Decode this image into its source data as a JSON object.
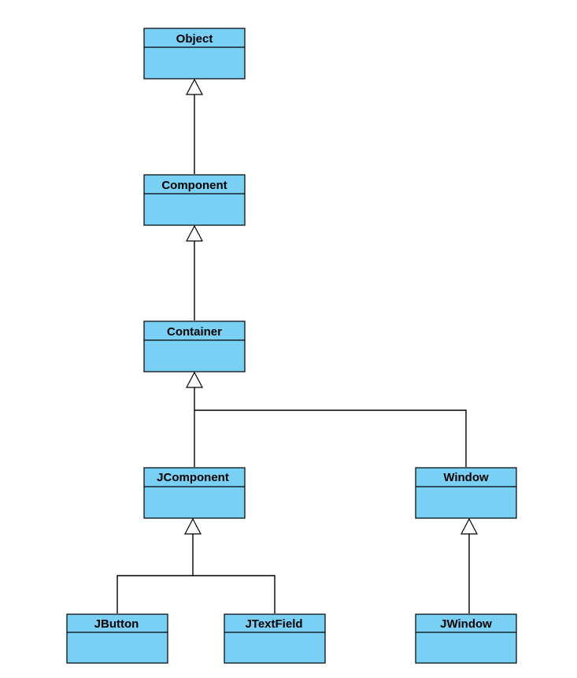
{
  "colors": {
    "class_fill": "#7acff5",
    "line": "#000000",
    "background": "#ffffff"
  },
  "classes": [
    {
      "id": "object",
      "name": "Object"
    },
    {
      "id": "component",
      "name": "Component"
    },
    {
      "id": "container",
      "name": "Container"
    },
    {
      "id": "jcomponent",
      "name": "JComponent"
    },
    {
      "id": "window",
      "name": "Window"
    },
    {
      "id": "jbutton",
      "name": "JButton"
    },
    {
      "id": "jtextfield",
      "name": "JTextField"
    },
    {
      "id": "jwindow",
      "name": "JWindow"
    }
  ],
  "inheritance": [
    {
      "child": "Component",
      "parent": "Object"
    },
    {
      "child": "Container",
      "parent": "Component"
    },
    {
      "child": "JComponent",
      "parent": "Container"
    },
    {
      "child": "Window",
      "parent": "Container"
    },
    {
      "child": "JButton",
      "parent": "JComponent"
    },
    {
      "child": "JTextField",
      "parent": "JComponent"
    },
    {
      "child": "JWindow",
      "parent": "Window"
    }
  ]
}
